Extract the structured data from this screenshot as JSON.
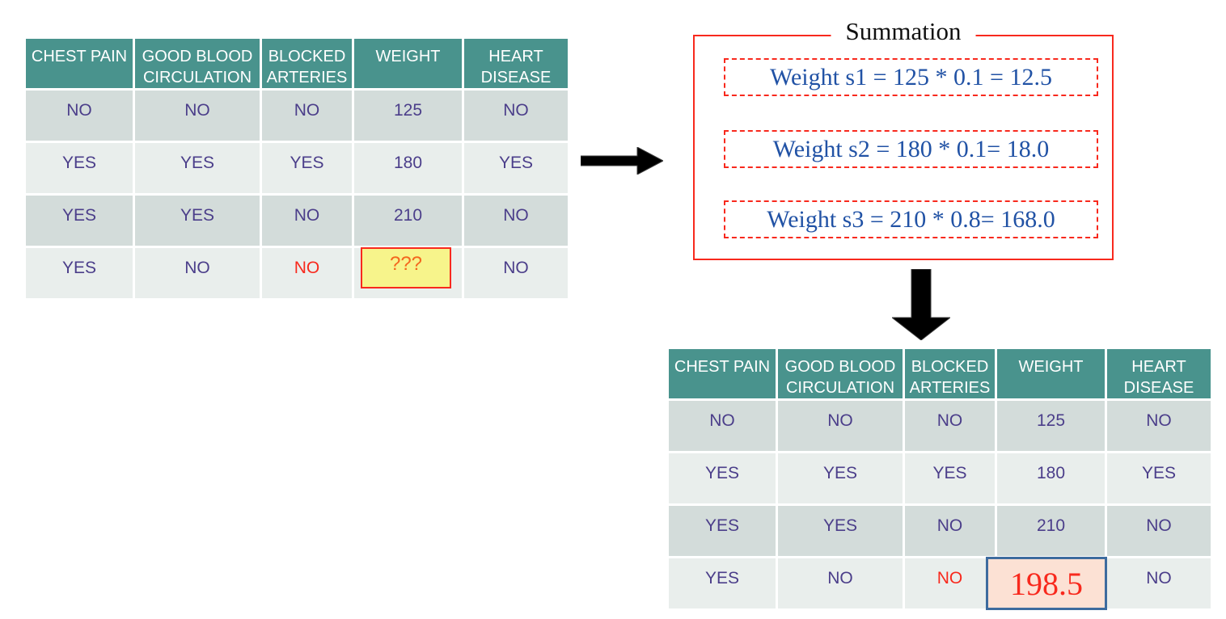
{
  "diagram": {
    "description": "Weighted summation imputation of a missing weight value"
  },
  "summation": {
    "title": "Summation",
    "formulas": [
      "Weight s1 = 125 * 0.1 = 12.5",
      "Weight s2 = 180 * 0.1= 18.0",
      "Weight s3 = 210 * 0.8= 168.0"
    ]
  },
  "tables": {
    "initial": {
      "headers": [
        "CHEST PAIN",
        "GOOD BLOOD CIRCULATION",
        "BLOCKED ARTERIES",
        "WEIGHT",
        "HEART DISEASE"
      ],
      "rows": [
        [
          "NO",
          "NO",
          "NO",
          "125",
          "NO"
        ],
        [
          "YES",
          "YES",
          "YES",
          "180",
          "YES"
        ],
        [
          "YES",
          "YES",
          "NO",
          "210",
          "NO"
        ],
        [
          "YES",
          "NO",
          "NO",
          "???",
          "NO"
        ]
      ],
      "missing_value": "???"
    },
    "result": {
      "headers": [
        "CHEST PAIN",
        "GOOD BLOOD CIRCULATION",
        "BLOCKED ARTERIES",
        "WEIGHT",
        "HEART DISEASE"
      ],
      "rows": [
        [
          "NO",
          "NO",
          "NO",
          "125",
          "NO"
        ],
        [
          "YES",
          "YES",
          "YES",
          "180",
          "YES"
        ],
        [
          "YES",
          "YES",
          "NO",
          "210",
          "NO"
        ],
        [
          "YES",
          "NO",
          "NO",
          "198.5",
          "NO"
        ]
      ],
      "imputed_value": "198.5"
    }
  },
  "colors": {
    "header_teal": "#49938d",
    "row_dark": "#d3dcda",
    "row_light": "#e9eeec",
    "cell_text_purple": "#4b3e8a",
    "alert_red": "#f8291d",
    "missing_text_orange": "#f4671e",
    "missing_fill_yellow": "#f7f48b",
    "result_fill_peach": "#fce1d4",
    "result_border_blue": "#3d6b9e",
    "formula_blue": "#2152a5",
    "arrow_black": "#000000"
  }
}
